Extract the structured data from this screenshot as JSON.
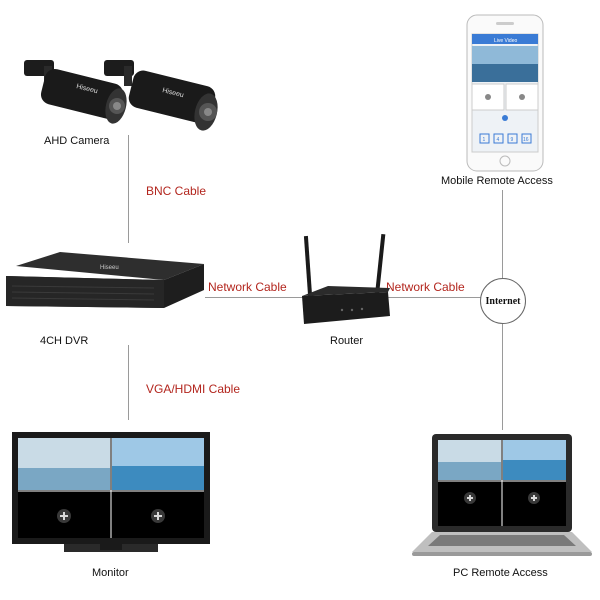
{
  "nodes": {
    "camera": "AHD Camera",
    "dvr": "4CH DVR",
    "router": "Router",
    "monitor": "Monitor",
    "mobile": "Mobile Remote Access",
    "pc": "PC Remote Access",
    "internet": "Internet"
  },
  "cables": {
    "bnc": "BNC Cable",
    "network_left": "Network Cable",
    "network_right": "Network Cable",
    "vga_hdmi": "VGA/HDMI Cable"
  },
  "colors": {
    "cable_label": "#b3261e",
    "line": "#9a9a9a",
    "device_dark": "#222222"
  },
  "phone_screen": {
    "title": "Live Video",
    "buttons": [
      "1",
      "4",
      "9",
      "16"
    ]
  },
  "logo": "Hiseeu",
  "icons": [
    "plus-icon"
  ]
}
